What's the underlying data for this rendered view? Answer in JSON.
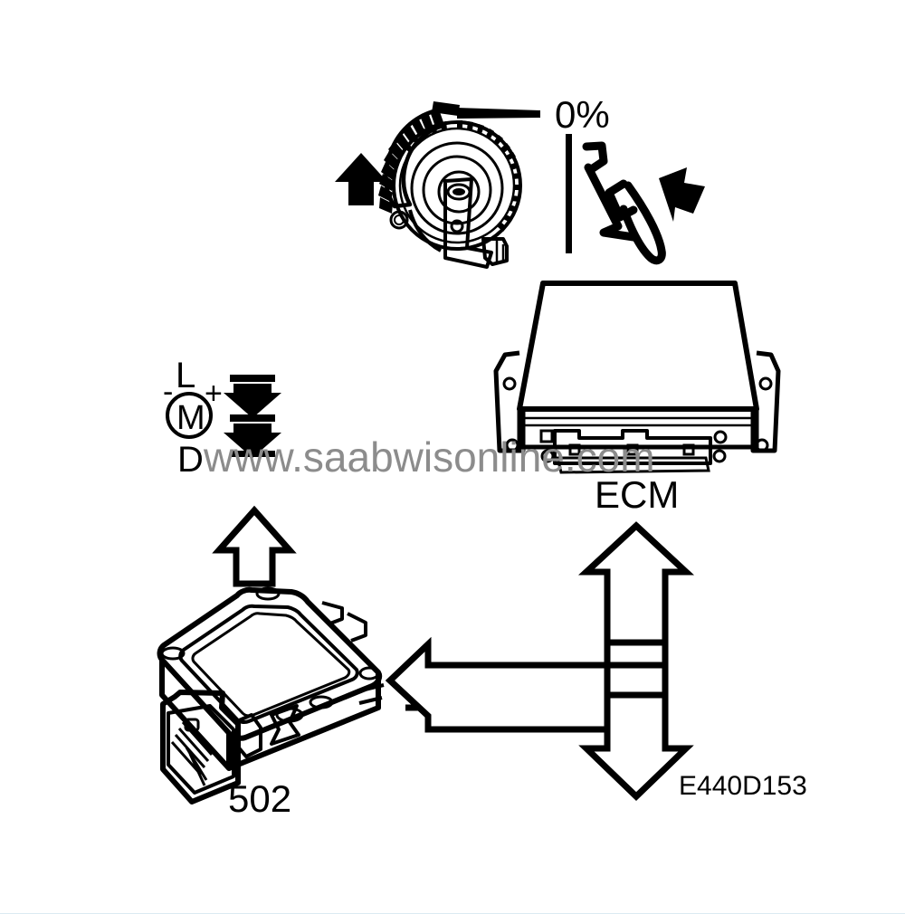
{
  "document": {
    "type": "technical-service-diagram",
    "title": "Throttle / ECM control schematic",
    "background_color": "#ffffff",
    "line_color": "#000000",
    "watermark_color": "#8c8c8c"
  },
  "watermark": {
    "text": "www.saabwisonline.com"
  },
  "labels": {
    "percent": "0%",
    "ecm": "ECM",
    "module_number": "502",
    "figure_code": "E440D153"
  },
  "motor_symbol": {
    "top": "L",
    "center": "M",
    "bottom": "D",
    "minus": "-",
    "plus": "+"
  },
  "components": [
    {
      "name": "throttle-body-assembly",
      "description": "Throttle pulley with toothed sector, lever arm and cable stop"
    },
    {
      "name": "spring-linkage",
      "description": "Bent return spring / wire linkage at 0 percent reference line"
    },
    {
      "name": "ecm-module",
      "description": "Engine Control Module housing with mounting tabs and connector"
    },
    {
      "name": "control-module-502",
      "description": "Control module 502 with multi-pin connector"
    }
  ],
  "arrows": [
    {
      "name": "throttle-up-arrow",
      "style": "solid",
      "direction": "up"
    },
    {
      "name": "spring-press-arrow",
      "style": "solid",
      "direction": "left-down"
    },
    {
      "name": "motor-down-arrow-1",
      "style": "solid",
      "direction": "down"
    },
    {
      "name": "motor-down-arrow-2",
      "style": "solid",
      "direction": "down"
    },
    {
      "name": "module-502-up-arrow",
      "style": "outline",
      "direction": "up"
    },
    {
      "name": "ecm-bidirectional-arrow",
      "style": "outline",
      "direction": "up-down"
    },
    {
      "name": "ecm-to-502-arrow-upper",
      "style": "outline",
      "direction": "left"
    },
    {
      "name": "ecm-to-502-arrow-lower",
      "style": "outline",
      "direction": "left"
    }
  ]
}
